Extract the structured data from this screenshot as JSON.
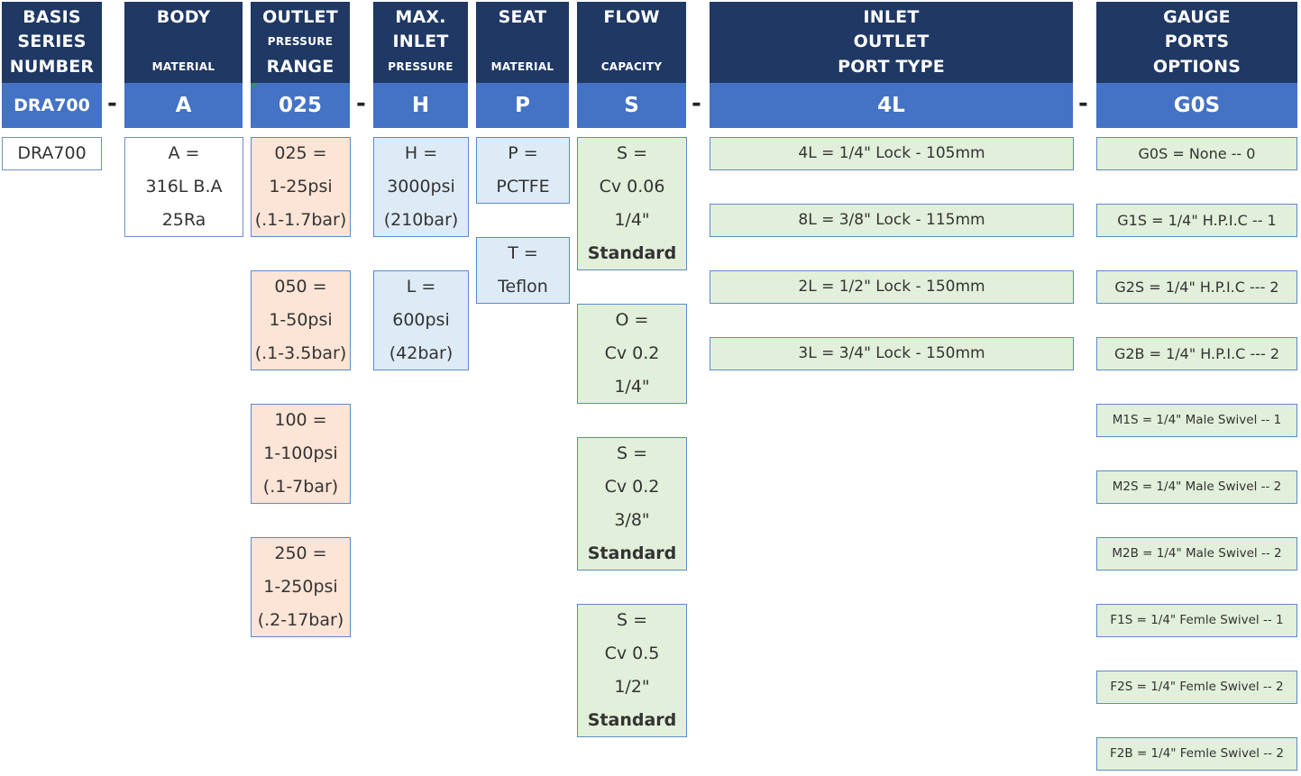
{
  "headers": {
    "basis": [
      "BASIS",
      "SERIES",
      "NUMBER"
    ],
    "body": [
      "BODY",
      "MATERIAL"
    ],
    "outlet": [
      "OUTLET",
      "PRESSURE",
      "RANGE"
    ],
    "inlet": [
      "MAX.",
      "INLET",
      "PRESSURE"
    ],
    "seat": [
      "SEAT",
      "MATERIAL"
    ],
    "flow": [
      "FLOW",
      "CAPACITY"
    ],
    "port": [
      "INLET",
      "OUTLET",
      "PORT TYPE"
    ],
    "gauge": [
      "GAUGE",
      "PORTS",
      "OPTIONS"
    ]
  },
  "codes": {
    "basis": "DRA700",
    "body": "A",
    "outlet": "025",
    "inlet": "H",
    "seat": "P",
    "flow": "S",
    "port": "4L",
    "gauge": "G0S"
  },
  "separator": "-",
  "basis_options": [
    "DRA700"
  ],
  "body_options": [
    [
      "A =",
      "316L B.A",
      "25Ra"
    ]
  ],
  "outlet_options": [
    [
      "025 =",
      "1-25psi",
      "(.1-1.7bar)"
    ],
    [
      "050 =",
      "1-50psi",
      "(.1-3.5bar)"
    ],
    [
      "100 =",
      "1-100psi",
      "(.1-7bar)"
    ],
    [
      "250 =",
      "1-250psi",
      "(.2-17bar)"
    ]
  ],
  "inlet_options": [
    [
      "H =",
      "3000psi",
      "(210bar)"
    ],
    [
      "L =",
      "600psi",
      "(42bar)"
    ]
  ],
  "seat_options": [
    [
      "P =",
      "PCTFE"
    ],
    [
      "T =",
      "Teflon"
    ]
  ],
  "flow_options": [
    [
      "S =",
      "Cv 0.06",
      "1/4\"",
      "Standard"
    ],
    [
      "O =",
      "Cv 0.2",
      "1/4\""
    ],
    [
      "S =",
      "Cv 0.2",
      "3/8\"",
      "Standard"
    ],
    [
      "S =",
      "Cv 0.5",
      "1/2\"",
      "Standard"
    ]
  ],
  "port_options": [
    "4L = 1/4\" Lock - 105mm",
    "8L = 3/8\" Lock - 115mm",
    "2L = 1/2\" Lock - 150mm",
    "3L = 3/4\" Lock - 150mm"
  ],
  "gauge_options": [
    "G0S = None -- 0",
    "G1S = 1/4\" H.P.I.C -- 1",
    "G2S = 1/4\" H.P.I.C --- 2",
    "G2B = 1/4\" H.P.I.C --- 2",
    "M1S = 1/4\" Male Swivel -- 1",
    "M2S = 1/4\" Male Swivel -- 2",
    "M2B = 1/4\" Male Swivel -- 2",
    "F1S = 1/4\" Femle Swivel -- 1",
    "F2S = 1/4\" Femle Swivel -- 2",
    "F2B = 1/4\" Femle Swivel -- 2"
  ],
  "colors": {
    "header_bg": "#1f3864",
    "code_bg": "#4472c4",
    "outlet_bg": "#fce4d6",
    "inlet_seat_bg": "#ddebf7",
    "flow_port_gauge_bg": "#e2efda"
  }
}
